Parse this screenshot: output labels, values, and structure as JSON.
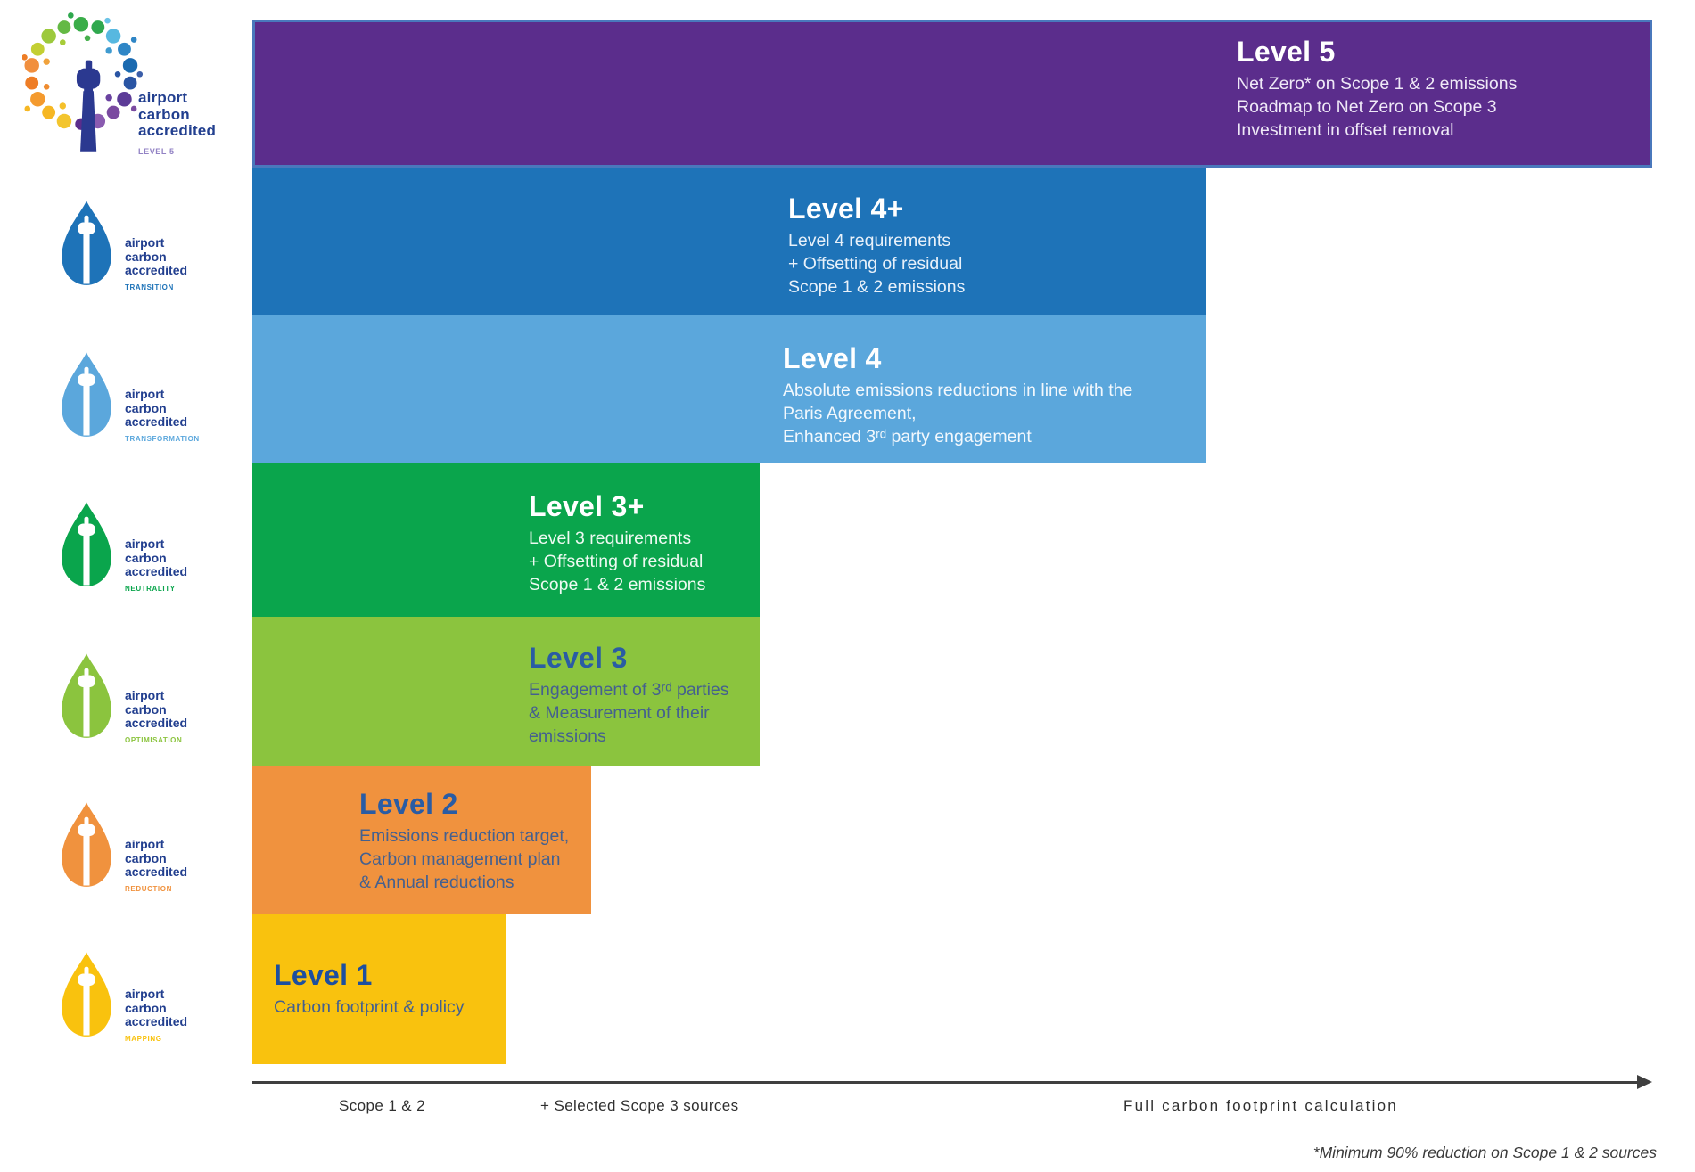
{
  "brand": {
    "logo_word_1": "airport",
    "logo_word_2": "carbon",
    "logo_word_3": "accredited",
    "level5_logo_tag": "LEVEL 5",
    "navy": "#223f8f"
  },
  "sidebar_logos": [
    {
      "level": "4+",
      "tag": "TRANSITION",
      "color": "#1e73b8"
    },
    {
      "level": "4",
      "tag": "TRANSFORMATION",
      "color": "#5ba7dc"
    },
    {
      "level": "3+",
      "tag": "NEUTRALITY",
      "color": "#0aa54c"
    },
    {
      "level": "3",
      "tag": "OPTIMISATION",
      "color": "#8bc43e"
    },
    {
      "level": "2",
      "tag": "REDUCTION",
      "color": "#f0923e"
    },
    {
      "level": "1",
      "tag": "MAPPING",
      "color": "#f9c20e"
    }
  ],
  "levels": [
    {
      "title": "Level 5",
      "bar_color": "#5b2d8c",
      "border_color": "#4a78bc",
      "title_color": "#ffffff",
      "body_color": "#efe9f7",
      "lines": [
        "Net Zero* on Scope 1 & 2 emissions",
        "Roadmap to Net Zero on Scope 3",
        "Investment in offset removal"
      ]
    },
    {
      "title": "Level 4+",
      "bar_color": "#1e73b8",
      "title_color": "#ffffff",
      "body_color": "#e8f1fa",
      "lines": [
        "Level 4 requirements",
        "+ Offsetting of residual",
        "Scope 1 & 2 emissions"
      ]
    },
    {
      "title": "Level 4",
      "bar_color": "#5ba7dc",
      "title_color": "#ffffff",
      "body_color": "#f2f8fd",
      "lines": [
        "Absolute emissions reductions in line with the",
        "Paris Agreement,",
        "Enhanced 3ʳᵈ party engagement"
      ]
    },
    {
      "title": "Level 3+",
      "bar_color": "#0aa54c",
      "title_color": "#ffffff",
      "body_color": "#eefaf2",
      "lines": [
        "Level 3 requirements",
        "+ Offsetting of residual",
        "Scope 1 & 2 emissions"
      ]
    },
    {
      "title": "Level 3",
      "bar_color": "#8bc43e",
      "title_color": "#2a5ca4",
      "body_color": "#44608f",
      "lines": [
        "Engagement of 3ʳᵈ parties",
        "& Measurement of their",
        "emissions"
      ]
    },
    {
      "title": "Level 2",
      "bar_color": "#f0923e",
      "title_color": "#2a5ca4",
      "body_color": "#44608f",
      "lines": [
        "Emissions reduction target,",
        "Carbon management plan",
        "& Annual reductions"
      ]
    },
    {
      "title": "Level 1",
      "bar_color": "#f9c20e",
      "title_color": "#1d4f9f",
      "body_color": "#44608f",
      "lines": [
        "Carbon footprint & policy"
      ]
    }
  ],
  "axis": {
    "line_color": "#3f3f3f",
    "labels": [
      {
        "text": "Scope 1 & 2"
      },
      {
        "text": "+ Selected Scope 3 sources"
      },
      {
        "text": "Full carbon footprint calculation"
      }
    ]
  },
  "footnote": "*Minimum 90% reduction on Scope 1 & 2 sources"
}
